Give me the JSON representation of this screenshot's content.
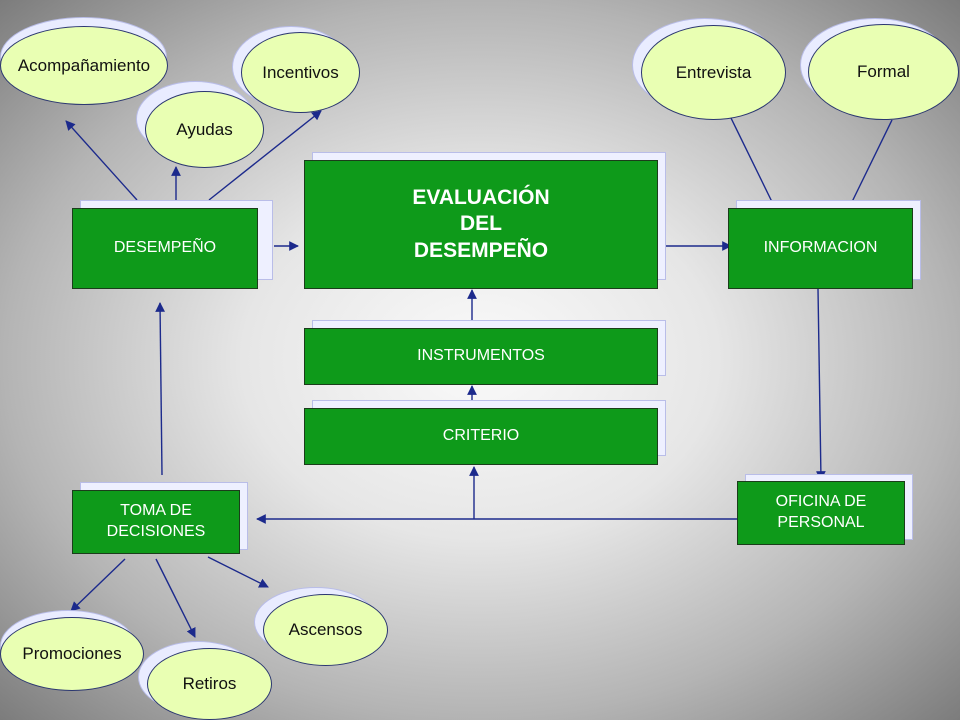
{
  "boxes": {
    "evaluacion": "EVALUACIÓN\nDEL\nDESEMPEÑO",
    "desempeno": "DESEMPEÑO",
    "informacion": "INFORMACION",
    "instrumentos": "INSTRUMENTOS",
    "criterio": "CRITERIO",
    "toma_decisiones": "TOMA DE\nDECISIONES",
    "oficina_personal": "OFICINA DE\nPERSONAL"
  },
  "ellipses": {
    "acompanamiento": "Acompañamiento",
    "incentivos": "Incentivos",
    "ayudas": "Ayudas",
    "entrevista": "Entrevista",
    "formal": "Formal",
    "promociones": "Promociones",
    "retiros": "Retiros",
    "ascensos": "Ascensos"
  },
  "colors": {
    "box_fill": "#0e9a1a",
    "ellipse_fill": "#e9ffb3",
    "arrow": "#1c2a8c"
  }
}
